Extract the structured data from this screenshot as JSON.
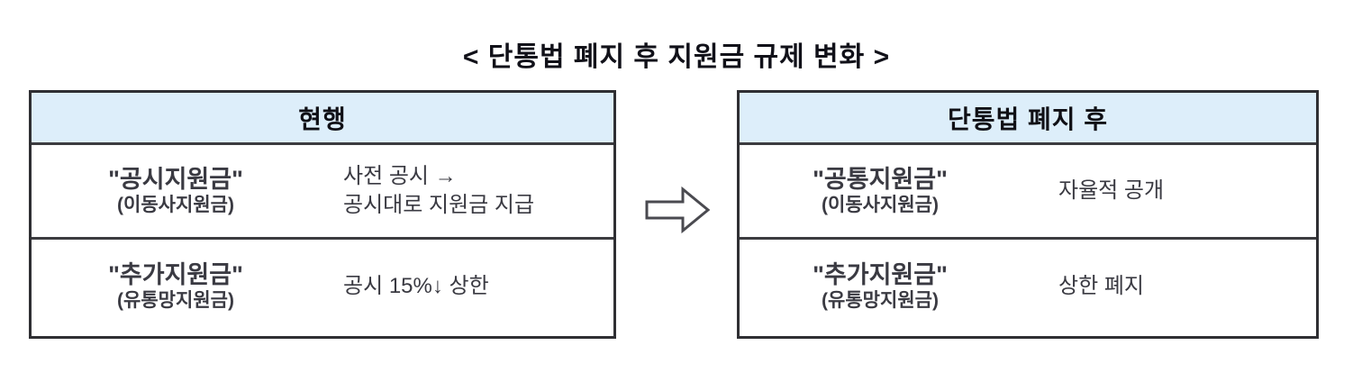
{
  "title": "< 단통법 폐지 후 지원금 규제 변화 >",
  "arrow": {
    "icon": "right-block-arrow-icon",
    "stroke_color": "#4a4a50",
    "fill_color": "#ffffff"
  },
  "colors": {
    "header_background": "#ddeefa",
    "border": "#2f2f33",
    "title_text": "#111119",
    "body_text": "#3a3a42"
  },
  "tables": [
    {
      "id": "current",
      "header": "현행",
      "rows": [
        {
          "term_main": "\"공시지원금\"",
          "term_sub": "(이동사지원금)",
          "description": "사전 공시 →\n공시대로 지원금 지급"
        },
        {
          "term_main": "\"추가지원금\"",
          "term_sub": "(유통망지원금)",
          "description": "공시 15%↓ 상한"
        }
      ]
    },
    {
      "id": "after-repeal",
      "header": "단통법 폐지 후",
      "rows": [
        {
          "term_main": "\"공통지원금\"",
          "term_sub": "(이동사지원금)",
          "description": "자율적 공개"
        },
        {
          "term_main": "\"추가지원금\"",
          "term_sub": "(유통망지원금)",
          "description": "상한 폐지"
        }
      ]
    }
  ]
}
